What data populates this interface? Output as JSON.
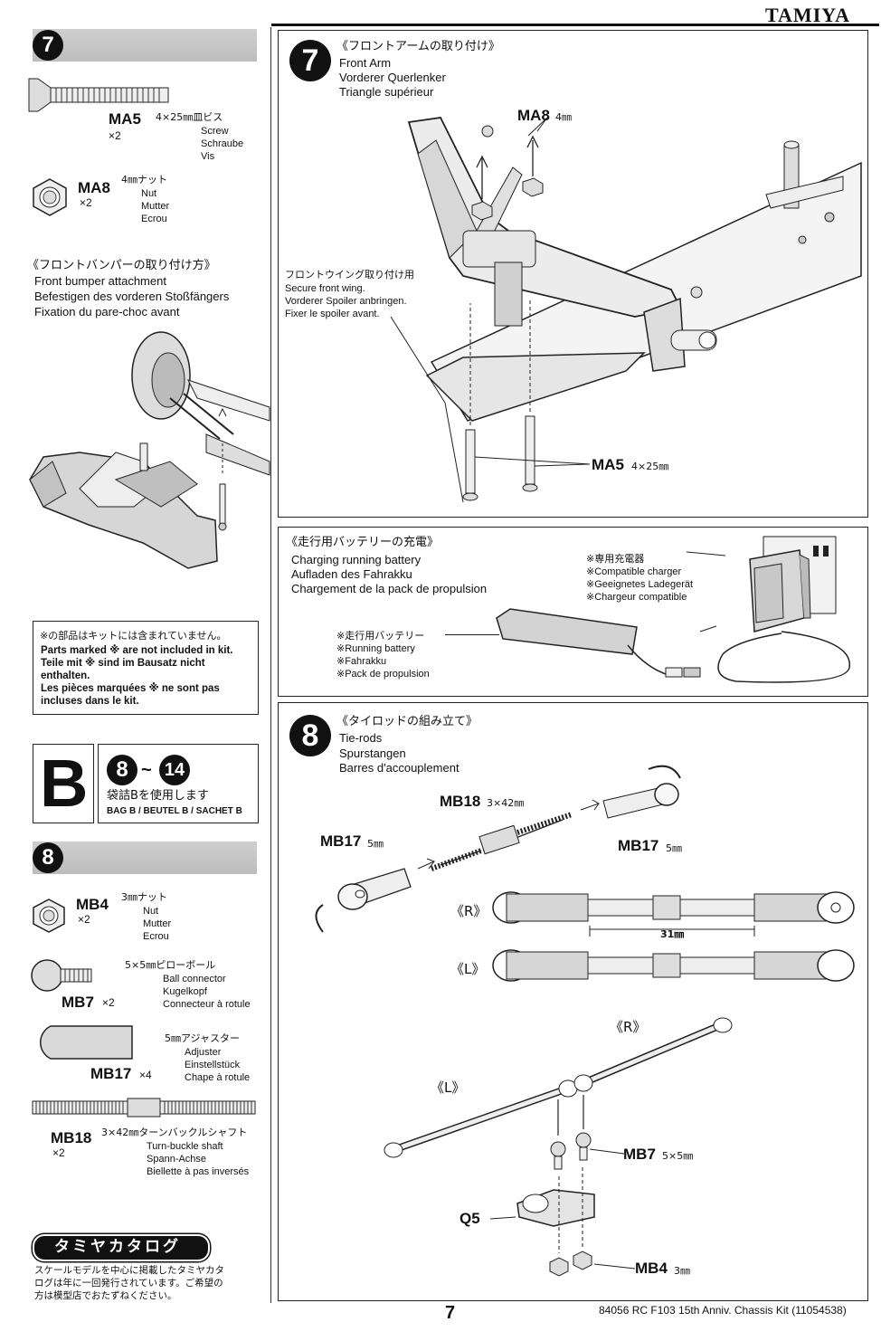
{
  "brand": "TAMIYA",
  "page_number": "7",
  "footer": "84056 RC F103 15th Anniv. Chassis Kit (11054538)",
  "left": {
    "step7_num": "7",
    "ma5": {
      "code": "MA5",
      "spec": "4×25㎜皿ビス",
      "qty": "×2",
      "names": [
        "Screw",
        "Schraube",
        "Vis"
      ]
    },
    "ma8": {
      "code": "MA8",
      "spec": "4㎜ナット",
      "qty": "×2",
      "names": [
        "Nut",
        "Mutter",
        "Ecrou"
      ]
    },
    "bumper": {
      "jp": "《フロントバンパーの取り付け方》",
      "en": "Front bumper attachment",
      "de": "Befestigen des vorderen Stoßfängers",
      "fr": "Fixation du pare-choc avant"
    },
    "note": {
      "jp": "※の部品はキットには含まれていません。",
      "en": "Parts marked ※ are not included in kit.",
      "de1": "Teile mit ※ sind im Bausatz nicht",
      "de2": "enthalten.",
      "fr1": "Les pièces marquées ※ ne sont pas",
      "fr2": "incluses dans le kit."
    },
    "bag": {
      "letter": "B",
      "from": "8",
      "tilde": "~",
      "to": "14",
      "jp": "袋詰Bを使用します",
      "en": "BAG B / BEUTEL B / SACHET B"
    },
    "step8_num": "8",
    "mb4": {
      "code": "MB4",
      "spec": "3㎜ナット",
      "qty": "×2",
      "names": [
        "Nut",
        "Mutter",
        "Ecrou"
      ]
    },
    "mb7": {
      "code": "MB7",
      "qty": "×2",
      "spec": "5×5㎜ピローボール",
      "names": [
        "Ball connector",
        "Kugelkopf",
        "Connecteur à rotule"
      ]
    },
    "mb17": {
      "code": "MB17",
      "qty": "×4",
      "spec": "5㎜アジャスター",
      "names": [
        "Adjuster",
        "Einstellstück",
        "Chape à rotule"
      ]
    },
    "mb18": {
      "code": "MB18",
      "qty": "×2",
      "spec": "3×42㎜ターンバックルシャフト",
      "names": [
        "Turn-buckle shaft",
        "Spann-Achse",
        "Biellette à pas inversés"
      ]
    },
    "catalog": {
      "title": "タミヤカタログ",
      "l1": "スケールモデルを中心に掲載したタミヤカタ",
      "l2": "ログは年に一回発行されています。ご希望の",
      "l3": "方は模型店でおたずねください。"
    }
  },
  "right": {
    "step7": {
      "num": "7",
      "jp": "《フロントアームの取り付け》",
      "en": "Front Arm",
      "de": "Vorderer Querlenker",
      "fr": "Triangle supérieur",
      "ma8_label": "MA8",
      "ma8_size": "4㎜",
      "wing_jp": "フロントウイング取り付け用",
      "wing_en": "Secure front wing.",
      "wing_de": "Vorderer Spoiler anbringen.",
      "wing_fr": "Fixer le spoiler avant.",
      "ma5_label": "MA5",
      "ma5_size": "4×25㎜"
    },
    "battery": {
      "jp": "《走行用バッテリーの充電》",
      "en": "Charging running battery",
      "de": "Aufladen des Fahrakku",
      "fr": "Chargement de la pack de propulsion",
      "charger": [
        "※専用充電器",
        "※Compatible charger",
        "※Geeignetes Ladegerät",
        "※Chargeur compatible"
      ],
      "pack": [
        "※走行用バッテリー",
        "※Running battery",
        "※Fahrakku",
        "※Pack de propulsion"
      ]
    },
    "step8": {
      "num": "8",
      "jp": "《タイロッドの組み立て》",
      "en": "Tie-rods",
      "de": "Spurstangen",
      "fr": "Barres d'accouplement",
      "mb18_label": "MB18",
      "mb18_size": "3×42㎜",
      "mb17_label": "MB17",
      "mb17_size": "5㎜",
      "r": "《R》",
      "l": "《L》",
      "dim": "31㎜",
      "mb7_label": "MB7",
      "mb7_size": "5×5㎜",
      "q5": "Q5",
      "mb4_label": "MB4",
      "mb4_size": "3㎜"
    }
  }
}
